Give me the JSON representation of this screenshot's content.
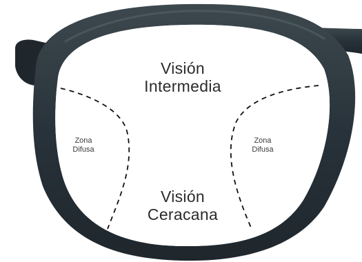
{
  "zones": {
    "intermediate": {
      "line1": "Visión",
      "line2": "Intermedia"
    },
    "near": {
      "line1": "Visión",
      "line2": "Ceracana"
    },
    "blur_left": {
      "line1": "Zona",
      "line2": "Difusa"
    },
    "blur_right": {
      "line1": "Zona",
      "line2": "Difusa"
    }
  },
  "colors": {
    "frame": "#2a3338",
    "frame_highlight": "#4e5a60",
    "lens": "#ffffff",
    "dash": "#111111",
    "text": "#2b2b2b"
  }
}
